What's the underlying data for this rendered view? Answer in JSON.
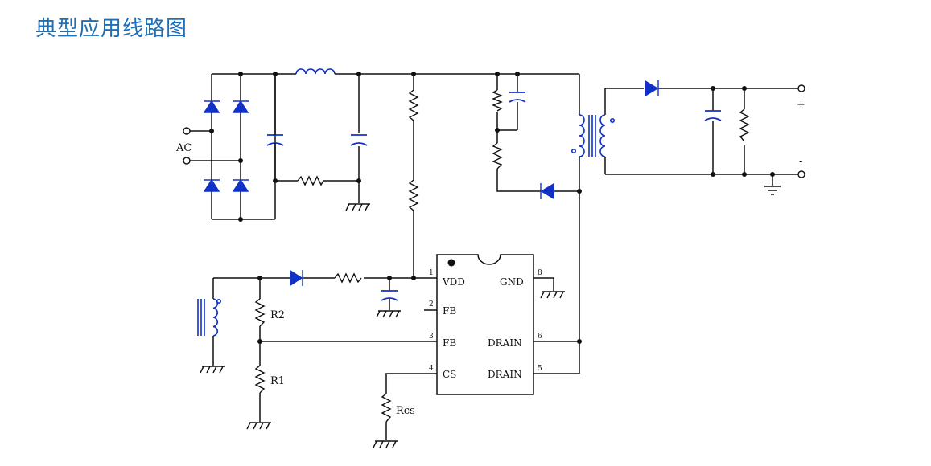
{
  "page_title": "典型应用线路图",
  "colors": {
    "title": "#1f6fb6",
    "wire": "#111111",
    "component_accent": "#1030c8"
  },
  "labels": {
    "ac": "AC",
    "r2": "R2",
    "r1": "R1",
    "rcs": "Rcs",
    "out_plus": "+",
    "out_minus": "-"
  },
  "ic": {
    "pins_left": [
      {
        "num": "1",
        "name": "VDD"
      },
      {
        "num": "2",
        "name": "FB"
      },
      {
        "num": "3",
        "name": "FB"
      },
      {
        "num": "4",
        "name": "CS"
      }
    ],
    "pins_right": [
      {
        "num": "8",
        "name": "GND"
      },
      {
        "num": "6",
        "name": "DRAIN"
      },
      {
        "num": "5",
        "name": "DRAIN"
      }
    ]
  }
}
